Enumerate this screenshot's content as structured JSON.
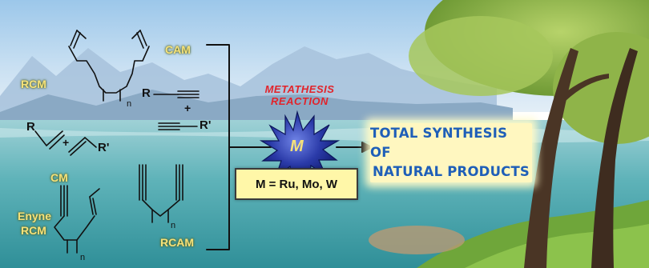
{
  "reactions": {
    "rcm": "RCM",
    "cam": "CAM",
    "cm": "CM",
    "enyne_line1": "Enyne",
    "enyne_line2": "RCM",
    "rcam": "RCAM"
  },
  "substituents": {
    "r": "R",
    "r_prime": "R'",
    "plus": "+",
    "n": "n"
  },
  "center": {
    "header_line1": "METATHESIS",
    "header_line2": "REACTION",
    "metal": "M",
    "catalyst": "M = Ru, Mo, W"
  },
  "target": {
    "line1": "TOTAL SYNTHESIS OF",
    "line2": "NATURAL PRODUCTS"
  },
  "colors": {
    "header_red": "#e2232a",
    "label_yellow": "#f6e27a",
    "target_blue": "#1f5fb8",
    "star_navy": "#1b2a8c"
  }
}
